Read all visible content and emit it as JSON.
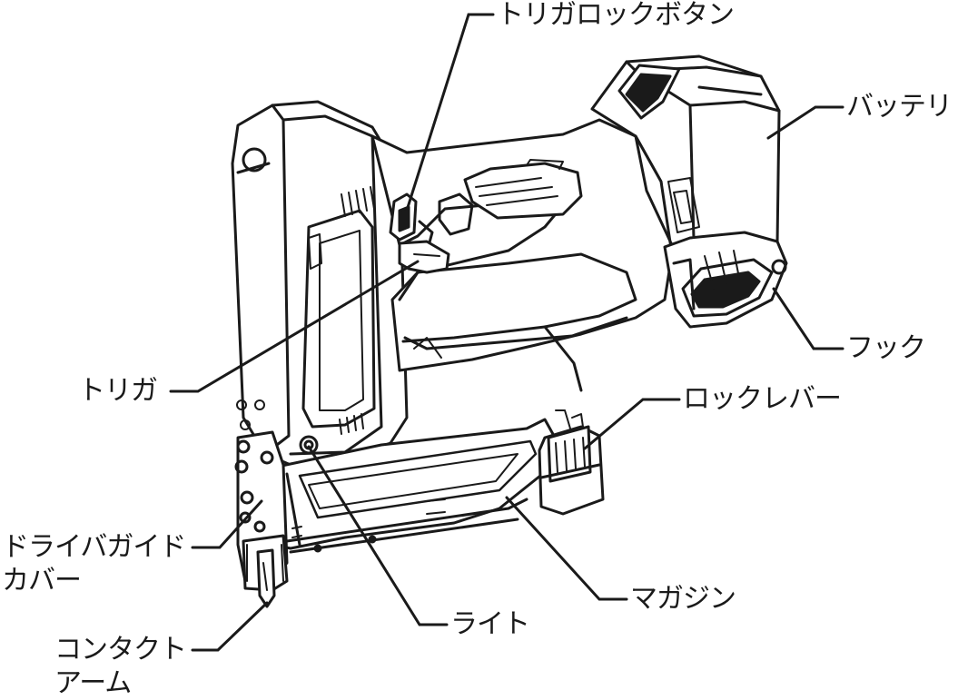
{
  "labels": {
    "trigger_lock_button": "トリガロックボタン",
    "battery": "バッテリ",
    "hook": "フック",
    "lock_lever": "ロックレバー",
    "trigger": "トリガ",
    "driver_guide_cover_line1": "ドライバガイド",
    "driver_guide_cover_line2": "カバー",
    "contact_arm_line1": "コンタクト",
    "contact_arm_line2": "アーム",
    "light": "ライト",
    "magazine": "マガジン"
  },
  "colors": {
    "line": "#1a1a1a",
    "background": "#ffffff"
  }
}
